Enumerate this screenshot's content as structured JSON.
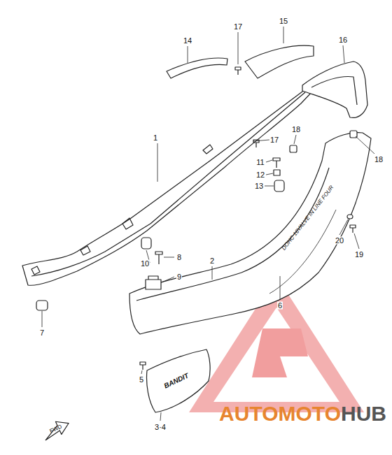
{
  "diagram": {
    "labels": [
      "17",
      "15",
      "14",
      "16",
      "1",
      "17",
      "18",
      "11",
      "12",
      "13",
      "18",
      "8",
      "10",
      "9",
      "2",
      "20",
      "19",
      "7",
      "6",
      "5",
      "3·4",
      "FWD",
      "DOHC 16VALVE IN LINE FOUR",
      "BANDIT",
      "AUTOMOTO",
      "HUB"
    ]
  }
}
